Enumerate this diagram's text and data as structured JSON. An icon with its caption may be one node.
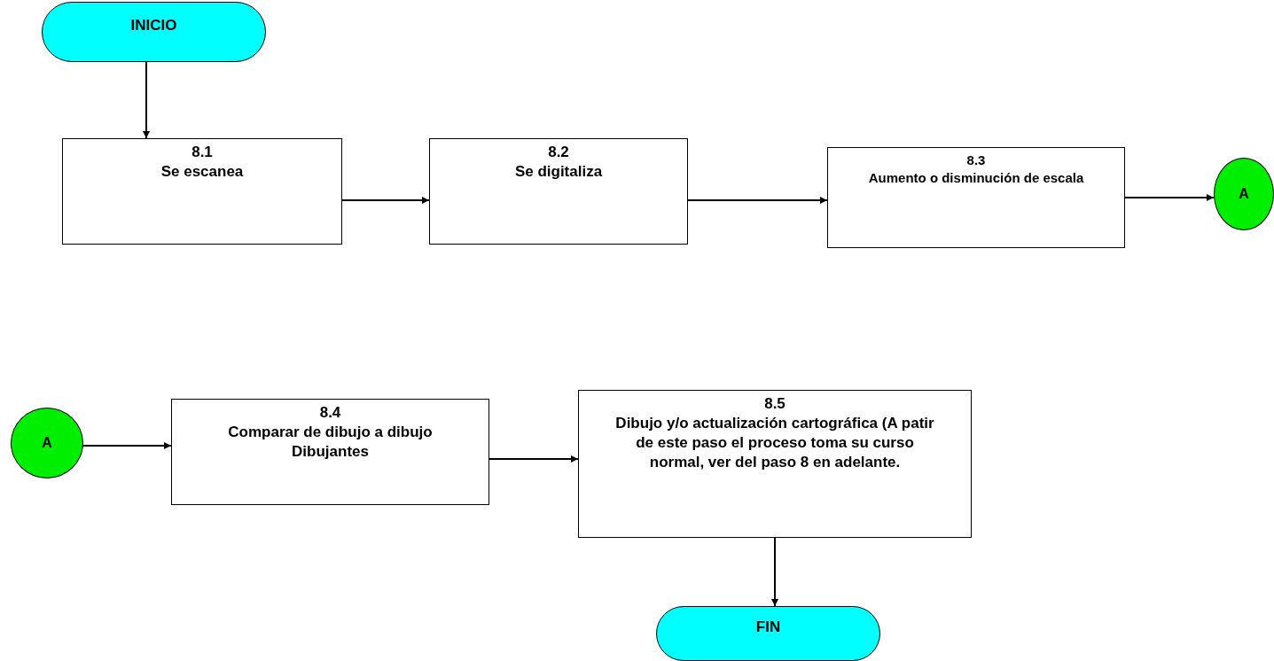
{
  "diagram": {
    "nodes": [
      {
        "text": [
          "INICIO"
        ]
      },
      {
        "text": [
          "8.1",
          "Se escanea"
        ]
      },
      {
        "text": [
          "8.2",
          "Se digitaliza"
        ]
      },
      {
        "text": [
          "8.3",
          "Aumento o disminución de escala"
        ]
      },
      {
        "text": [
          "A"
        ]
      },
      {
        "text": [
          "A"
        ]
      },
      {
        "text": [
          "8.4",
          "Comparar de dibujo a dibujo Dibujantes"
        ]
      },
      {
        "text": [
          "8.5",
          "Dibujo y/o actualización cartográfica (A patir de este paso el proceso toma su curso normal, ver del paso 8 en adelante."
        ]
      },
      {
        "text": [
          "FIN"
        ]
      }
    ],
    "edges": [
      {
        "from": 0,
        "to": 1,
        "arrow": "to"
      },
      {
        "from": 1,
        "to": 2,
        "arrow": "to"
      },
      {
        "from": 2,
        "to": 3,
        "arrow": "to"
      },
      {
        "from": 3,
        "to": 4,
        "arrow": "to"
      },
      {
        "from": 5,
        "to": 6,
        "arrow": "to"
      },
      {
        "from": 6,
        "to": 7,
        "arrow": "to"
      },
      {
        "from": 7,
        "to": 8,
        "arrow": "to"
      }
    ]
  }
}
